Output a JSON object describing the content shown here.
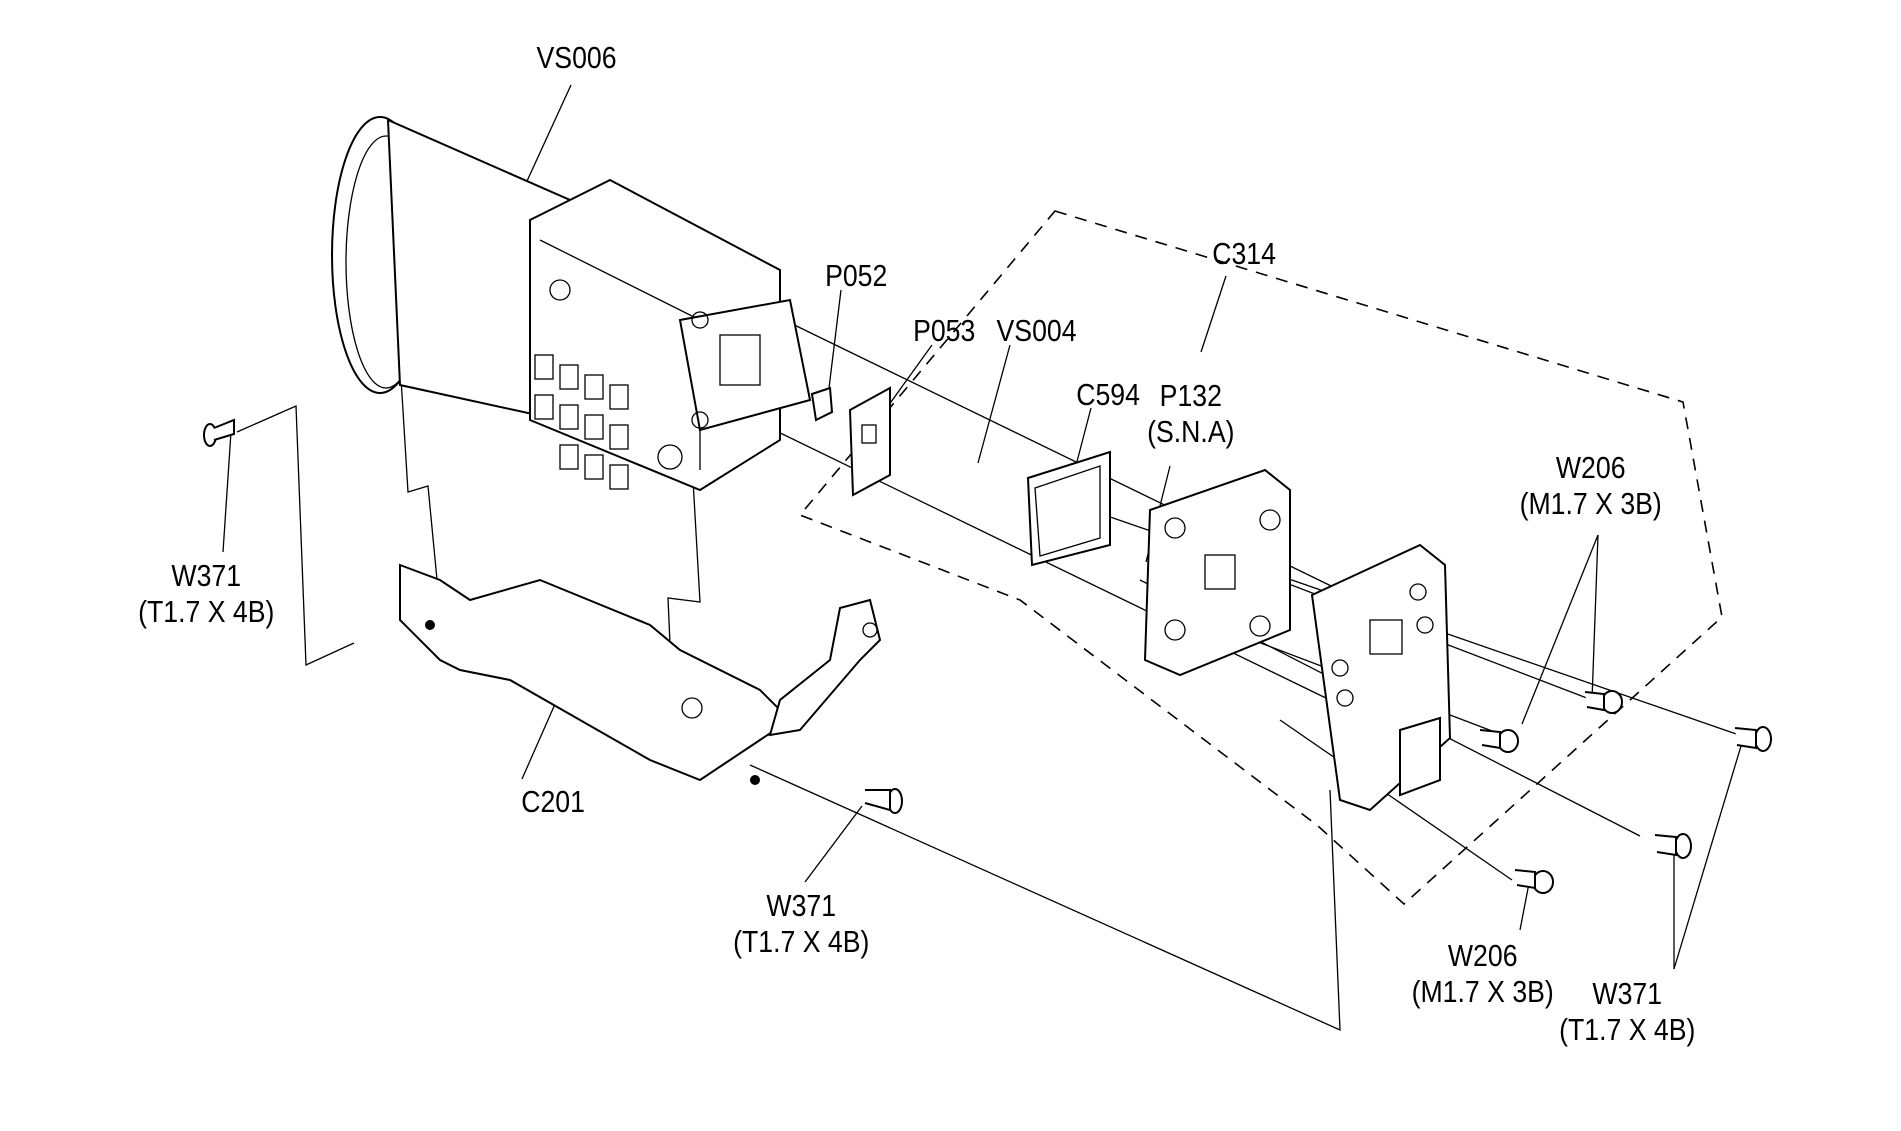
{
  "diagram": {
    "title": "Exploded parts view - lens block / CCD assembly",
    "assembly_group": {
      "code": "C314",
      "style": "dashed outline"
    },
    "labels": [
      {
        "id": "VS006",
        "code": "VS006",
        "spec": ""
      },
      {
        "id": "P052",
        "code": "P052",
        "spec": ""
      },
      {
        "id": "P053",
        "code": "P053",
        "spec": ""
      },
      {
        "id": "VS004",
        "code": "VS004",
        "spec": ""
      },
      {
        "id": "C314",
        "code": "C314",
        "spec": ""
      },
      {
        "id": "C594",
        "code": "C594",
        "spec": ""
      },
      {
        "id": "P132",
        "code": "P132",
        "spec": "(S.N.A)"
      },
      {
        "id": "W206-top",
        "code": "W206",
        "spec": "(M1.7 X 3B)"
      },
      {
        "id": "W371-left",
        "code": "W371",
        "spec": "(T1.7 X 4B)"
      },
      {
        "id": "C201",
        "code": "C201",
        "spec": ""
      },
      {
        "id": "W371-bottom",
        "code": "W371",
        "spec": "(T1.7 X 4B)"
      },
      {
        "id": "W206-bottom",
        "code": "W206",
        "spec": "(M1.7 X 3B)"
      },
      {
        "id": "W371-right",
        "code": "W371",
        "spec": "(T1.7 X 4B)"
      }
    ],
    "parts": [
      {
        "code": "VS006",
        "kind": "lens-block"
      },
      {
        "code": "P052",
        "kind": "filter"
      },
      {
        "code": "P053",
        "kind": "rubber-seal"
      },
      {
        "code": "VS004",
        "kind": "ccd-sensor"
      },
      {
        "code": "C594",
        "kind": "ccd-plate"
      },
      {
        "code": "P132",
        "kind": "ccd-board"
      },
      {
        "code": "C201",
        "kind": "bracket"
      },
      {
        "code": "W206",
        "kind": "screw"
      },
      {
        "code": "W371",
        "kind": "screw"
      }
    ]
  }
}
